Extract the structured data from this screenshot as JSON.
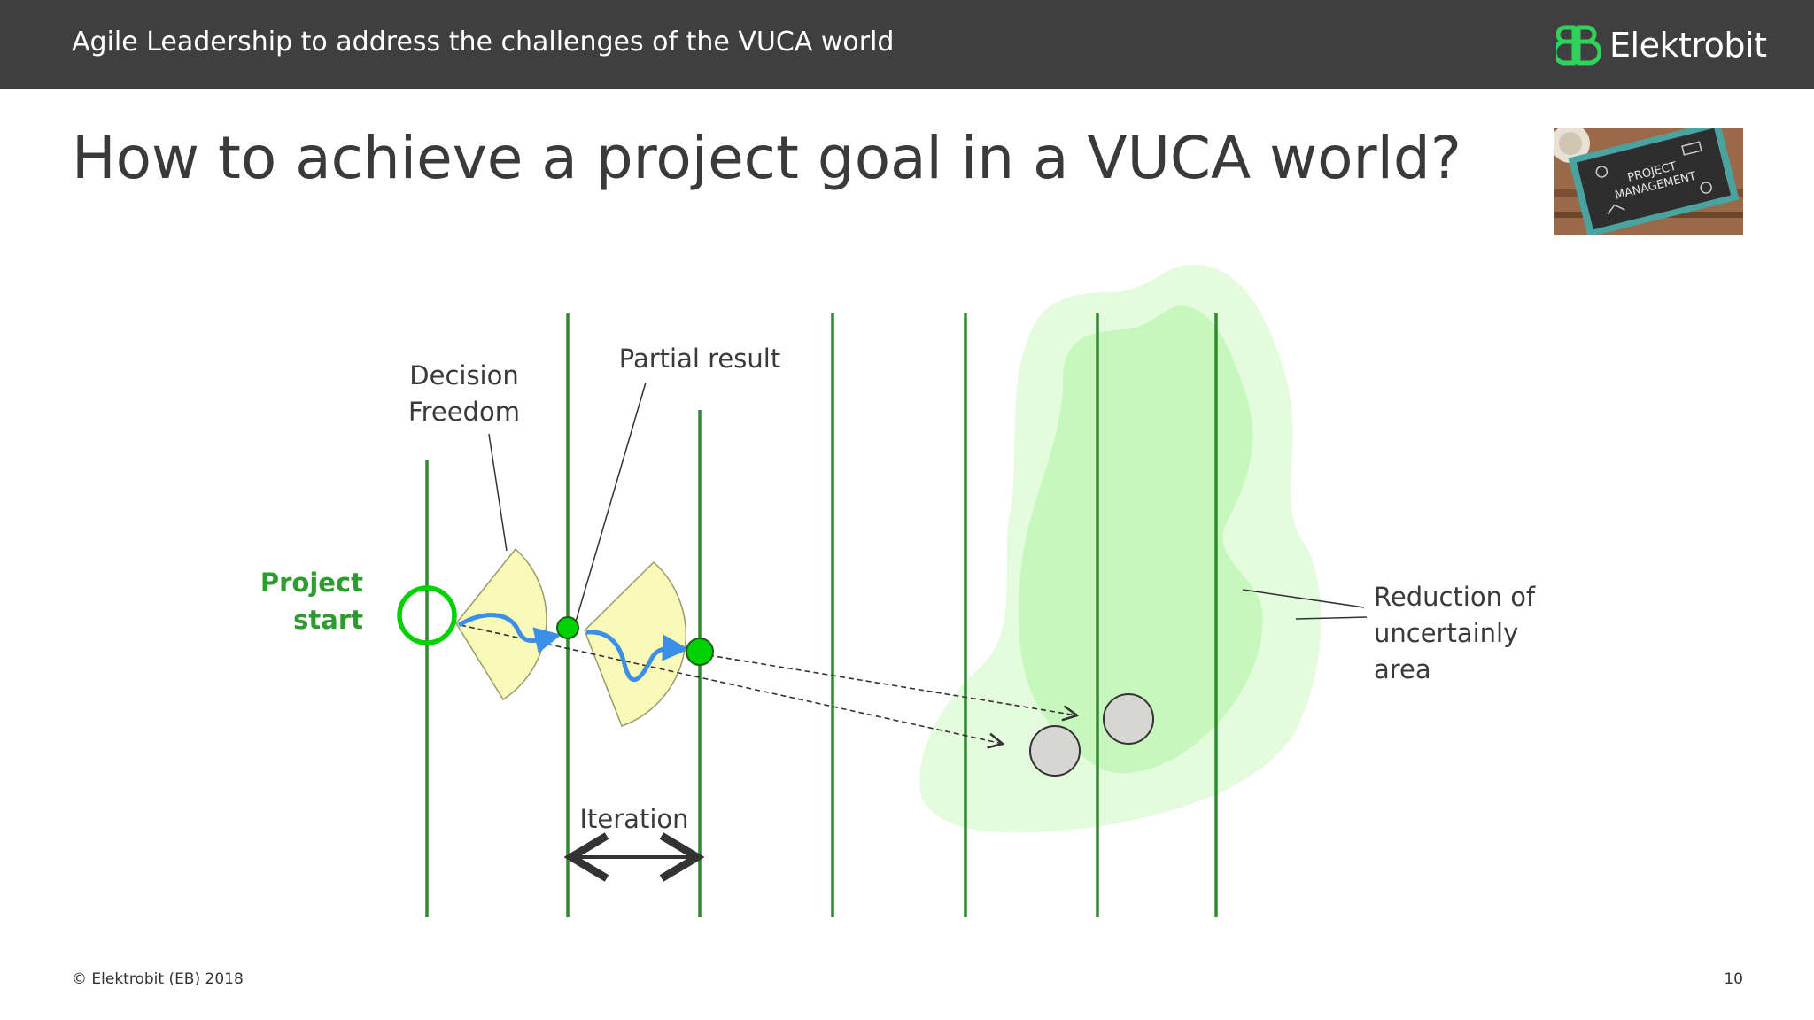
{
  "header": {
    "title": "Agile Leadership to address the challenges of the VUCA world"
  },
  "logo": {
    "text": "Elektrobit",
    "mark": "EB"
  },
  "slide": {
    "title": "How to achieve a project goal in a VUCA world?"
  },
  "thumbnail": {
    "line1": "PROJECT",
    "line2": "MANAGEMENT"
  },
  "diagram": {
    "decision_line1": "Decision",
    "decision_line2": "Freedom",
    "partial_result": "Partial result",
    "project_line1": "Project",
    "project_line2": "start",
    "reduction_line1": "Reduction of",
    "reduction_line2": "uncertainly",
    "reduction_line3": "area",
    "iteration": "Iteration"
  },
  "footer": {
    "copyright": "© Elektrobit (EB) 2018",
    "page": "10"
  },
  "colors": {
    "header_bg": "#3f3f3f",
    "green_line": "#2e8b2e",
    "bright_green": "#00d100",
    "project_label": "#2e9b2e",
    "cone_fill": "#fafab8",
    "arrow_blue": "#3b8fe6",
    "cloud_outer": "#e3fbdc",
    "cloud_inner": "#c5f8bd",
    "goal_circle": "#d6d6d4"
  }
}
